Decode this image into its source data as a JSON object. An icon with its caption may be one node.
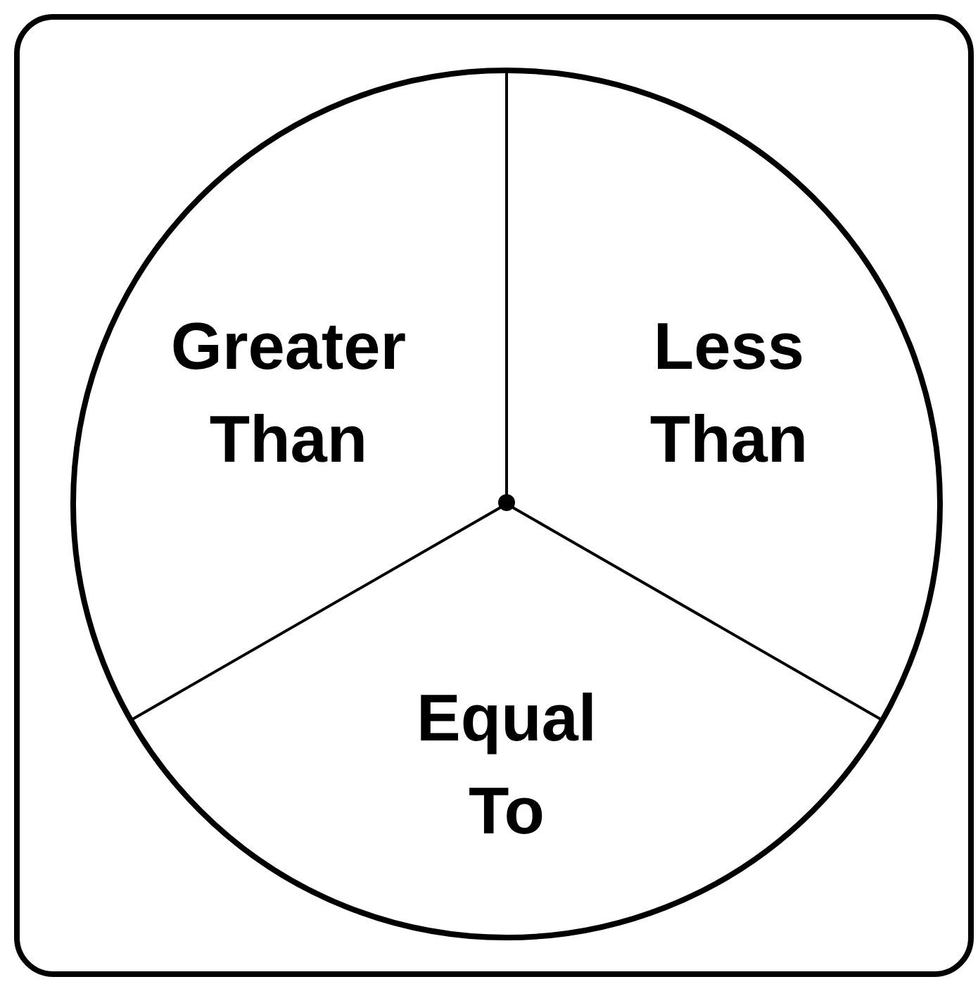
{
  "diagram": {
    "labels": [
      "Greater Than",
      "Less Than",
      "Equal To"
    ]
  }
}
